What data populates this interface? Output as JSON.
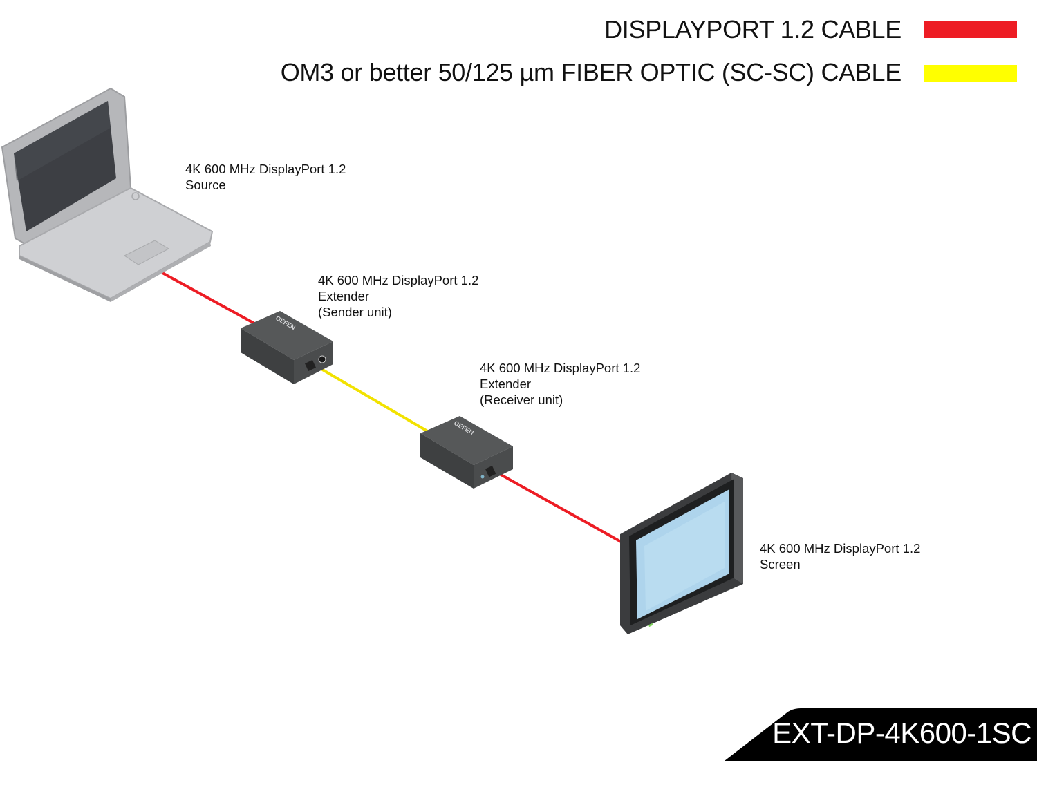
{
  "legend": [
    {
      "label": "DISPLAYPORT 1.2 CABLE",
      "color": "#ed1c24"
    },
    {
      "label": "OM3 or better 50/125 µm FIBER OPTIC (SC-SC) CABLE",
      "color": "#ffff00"
    }
  ],
  "devices": {
    "source": {
      "line1": "4K 600 MHz DisplayPort 1.2",
      "line2": "Source",
      "icon": "laptop-icon"
    },
    "sender": {
      "line1": "4K 600 MHz DisplayPort 1.2",
      "line2": "Extender",
      "line3": "(Sender unit)",
      "icon": "extender-box-icon"
    },
    "receiver": {
      "line1": "4K 600 MHz DisplayPort 1.2",
      "line2": "Extender",
      "line3": "(Receiver unit)",
      "icon": "extender-box-icon"
    },
    "screen": {
      "line1": "4K 600 MHz DisplayPort 1.2",
      "line2": "Screen",
      "icon": "monitor-icon"
    }
  },
  "brand": "GEFEN",
  "model": "EXT-DP-4K600-1SC"
}
